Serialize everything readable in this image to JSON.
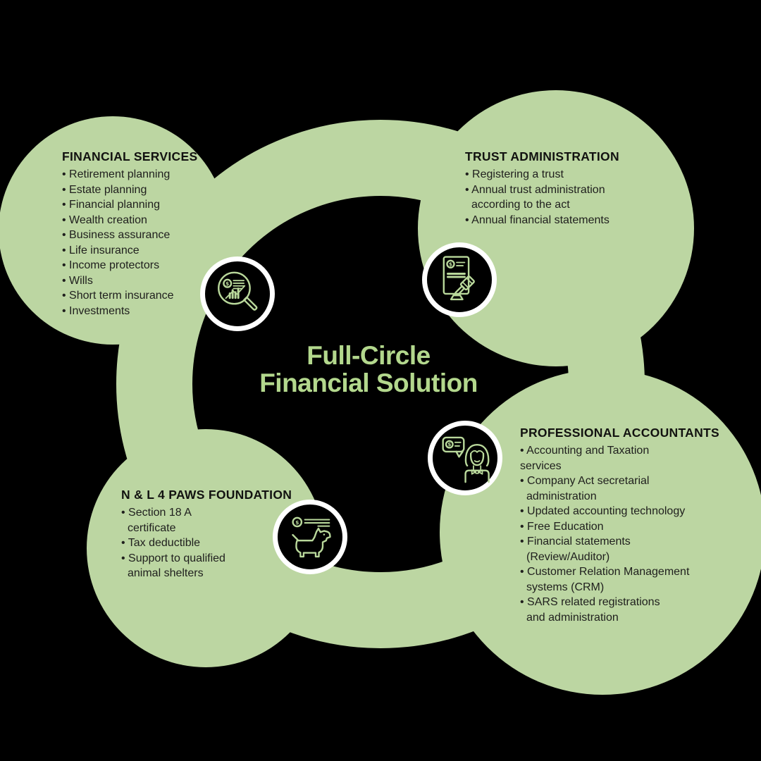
{
  "title": {
    "line1": "Full-Circle",
    "line2": "Financial Solution"
  },
  "colors": {
    "background": "#000000",
    "blob_green": "#bcd6a2",
    "title_green": "#b3d88d",
    "icon_line_green": "#b9d89b",
    "heading_text": "#121210",
    "body_text": "#20201e",
    "badge_ring": "#ffffff",
    "badge_fill": "#000000"
  },
  "coin_symbol": "$",
  "sections": {
    "financial_services": {
      "heading": "FINANCIAL SERVICES",
      "lines": [
        "• Retirement planning",
        "• Estate planning",
        "• Financial planning",
        "• Wealth creation",
        "• Business assurance",
        "• Life insurance",
        "• Income protectors",
        "• Wills",
        "• Short term insurance",
        "• Investments"
      ]
    },
    "trust_administration": {
      "heading": "TRUST ADMINISTRATION",
      "lines": [
        "• Registering a trust",
        "• Annual trust administration",
        "according to the act",
        "• Annual financial statements"
      ]
    },
    "professional_accountants": {
      "heading": "PROFESSIONAL ACCOUNTANTS",
      "lines": [
        "• Accounting and Taxation",
        "services",
        "• Company Act secretarial",
        "administration",
        "• Updated accounting technology",
        "• Free Education",
        "• Financial statements",
        "(Review/Auditor)",
        "• Customer Relation Management",
        "systems (CRM)",
        "• SARS related registrations",
        "and administration"
      ]
    },
    "paws_foundation": {
      "heading": "N & L 4 PAWS FOUNDATION",
      "lines": [
        "• Section 18 A",
        "certificate",
        "• Tax deductible",
        "• Support to qualified",
        "animal shelters"
      ]
    }
  }
}
